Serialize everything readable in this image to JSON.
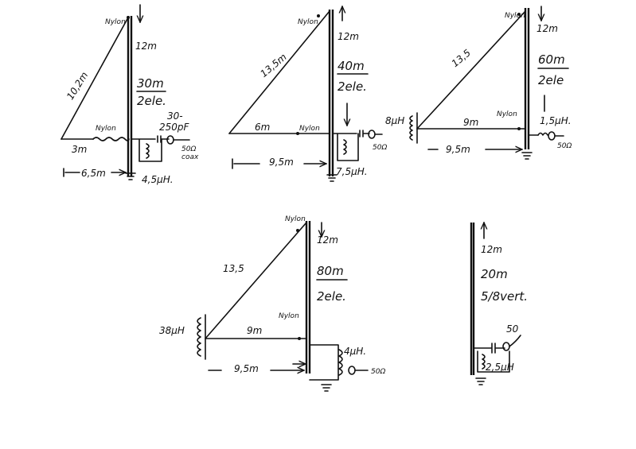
{
  "antennas": [
    {
      "sloper_length": "10,2m",
      "top_insulator": "Nylon",
      "mast_height": "12m",
      "band": "30m",
      "elements": "2ele.",
      "mid_insulator": "Nylon",
      "capacitor": "30-",
      "capacitor_range": "250pF",
      "guy_length": "3m",
      "feed": "50Ω",
      "feed_note": "coax",
      "base_spacing": "6,5m",
      "coil": "4,5μH."
    },
    {
      "sloper_length": "13,5m",
      "top_insulator": "Nylon",
      "mast_height": "12m",
      "band": "40m",
      "elements": "2ele.",
      "guy_length": "6m",
      "mid_insulator": "Nylon",
      "base_spacing": "9,5m",
      "feed": "50Ω",
      "coil": "7,5μH."
    },
    {
      "sloper_length": "13,5",
      "top_insulator": "Nylon",
      "mast_height": "12m",
      "band": "60m",
      "elements": "2ele",
      "loading_coil": "8μH",
      "guy_length": "9m",
      "mid_insulator": "Nylon",
      "base_coil": "1,5μH.",
      "base_spacing": "9,5m",
      "feed": "50Ω"
    },
    {
      "top_insulator": "Nylon",
      "mast_height": "12m",
      "sloper_length": "13,5",
      "band": "80m",
      "elements": "2ele.",
      "mid_insulator": "Nylon",
      "loading_coil": "38μH",
      "guy_length": "9m",
      "coil": "4μH.",
      "base_spacing": "9,5m",
      "feed": "50Ω"
    },
    {
      "mast_height": "12m",
      "band": "20m",
      "type": "5/8vert.",
      "feed": "50",
      "coil": "2,5μH"
    }
  ]
}
